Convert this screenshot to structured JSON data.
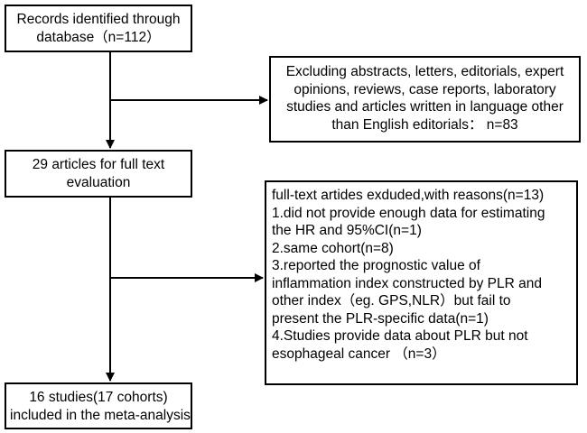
{
  "boxes": {
    "identified": {
      "lines": [
        "Records identified through",
        "database（n=112）"
      ]
    },
    "excluded_first": {
      "lines": [
        "Excluding abstracts, letters, editorials, expert",
        "opinions, reviews, case reports, laboratory",
        "studies and articles written in language other",
        "than English editorials： n=83"
      ]
    },
    "full_text": {
      "lines": [
        "29 articles for full text",
        "evaluation"
      ]
    },
    "excluded_full_text": {
      "lines": [
        "full-text artides exduded,with reasons(n=13)",
        "1.did not provide enough data for estimating",
        "the HR and 95%CI(n=1)",
        "2.same cohort(n=8)",
        "3.reported the prognostic value of",
        "inflammation index constructed by PLR and",
        "other index（eg. GPS,NLR）but fail to",
        "present the PLR-specific data(n=1)",
        "4.Studies provide data about PLR but not",
        "esophageal cancer （n=3）"
      ]
    },
    "included": {
      "lines": [
        "16 studies(17 cohorts)",
        "included in the meta-analysis"
      ]
    }
  }
}
